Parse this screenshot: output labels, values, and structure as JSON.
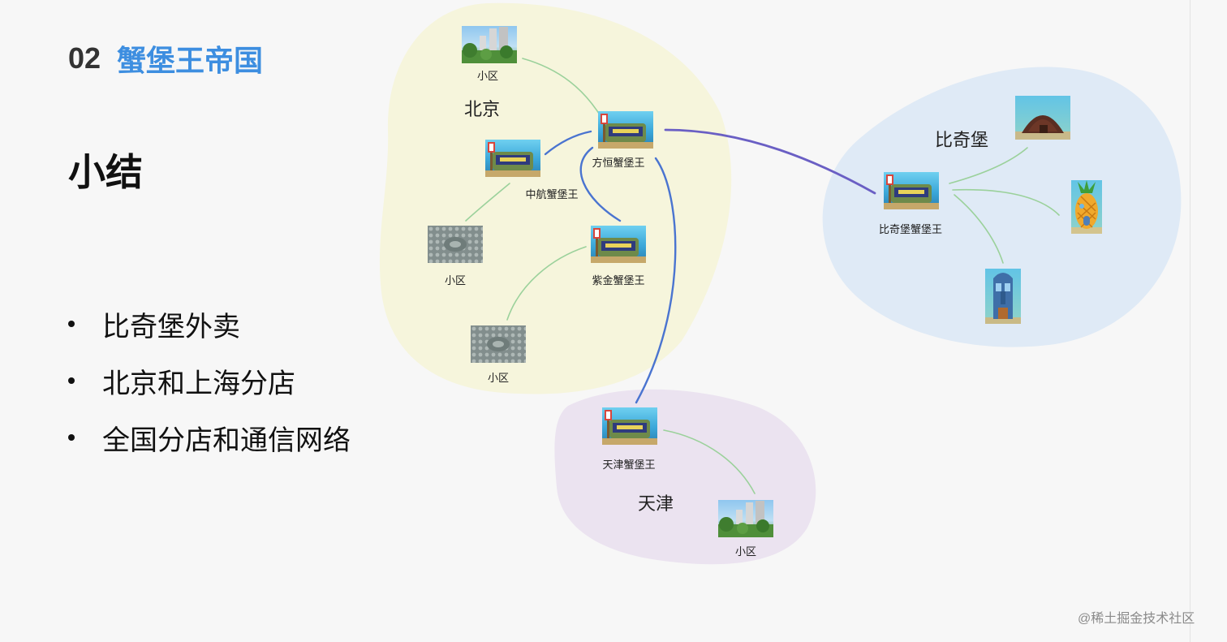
{
  "header": {
    "number": "02",
    "title": "蟹堡王帝国"
  },
  "subtitle": "小结",
  "bullets": [
    "比奇堡外卖",
    "北京和上海分店",
    "全国分店和通信网络"
  ],
  "diagram": {
    "regions": [
      {
        "label": "北京",
        "color": "#f6f5dc"
      },
      {
        "label": "比奇堡",
        "color": "#dfeaf6"
      },
      {
        "label": "天津",
        "color": "#ebe3f0"
      }
    ],
    "nodes": [
      {
        "label": "小区",
        "icon": "residential-park-photo"
      },
      {
        "label": "方恒蟹堡王",
        "icon": "krusty-krab-photo"
      },
      {
        "label": "中航蟹堡王",
        "icon": "krusty-krab-photo"
      },
      {
        "label": "小区",
        "icon": "dense-housing-aerial-photo"
      },
      {
        "label": "紫金蟹堡王",
        "icon": "krusty-krab-photo"
      },
      {
        "label": "小区",
        "icon": "dense-housing-aerial-photo"
      },
      {
        "label": "比奇堡蟹堡王",
        "icon": "krusty-krab-photo"
      },
      {
        "label": "",
        "icon": "rock-house-photo"
      },
      {
        "label": "",
        "icon": "pineapple-house-photo"
      },
      {
        "label": "",
        "icon": "moai-house-photo"
      },
      {
        "label": "天津蟹堡王",
        "icon": "krusty-krab-photo"
      },
      {
        "label": "小区",
        "icon": "residential-park-photo"
      }
    ],
    "line_colors": {
      "local": "#9bd19b",
      "backbone": "#4a74d0",
      "link": "#6a5fc4"
    }
  },
  "watermark": "@稀土掘金技术社区"
}
